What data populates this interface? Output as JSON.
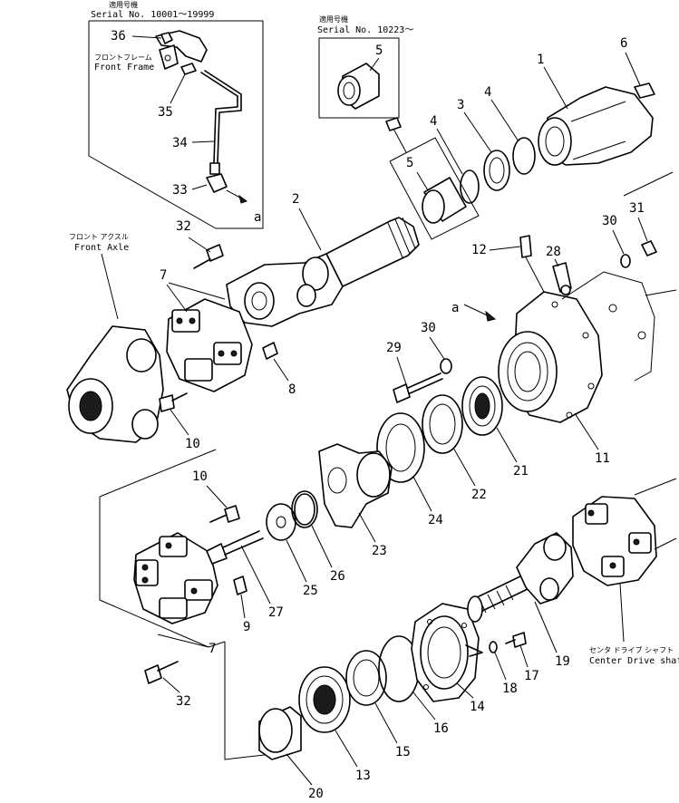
{
  "insets": {
    "serial_a": {
      "heading": "適用号機",
      "serial": "Serial No. 10001～19999"
    },
    "serial_b": {
      "heading": "適用号機",
      "serial": "Serial No. 10223～"
    }
  },
  "labels": {
    "front_frame_jp": "フロントフレーム",
    "front_frame_en": "Front Frame",
    "front_axle_jp": "フロント アクスル",
    "front_axle_en": "Front Axle",
    "center_drive_jp": "センタ ドライブ シャフト",
    "center_drive_en": "Center Drive shaft",
    "ref_a": "a"
  },
  "callouts": {
    "c1": "1",
    "c2": "2",
    "c3": "3",
    "c4a": "4",
    "c4b": "4",
    "c5a": "5",
    "c5b": "5",
    "c6": "6",
    "c7a": "7",
    "c7b": "7",
    "c8": "8",
    "c9": "9",
    "c10a": "10",
    "c10b": "10",
    "c11": "11",
    "c12": "12",
    "c13": "13",
    "c14": "14",
    "c15": "15",
    "c16": "16",
    "c17": "17",
    "c18": "18",
    "c19": "19",
    "c20": "20",
    "c21": "21",
    "c22": "22",
    "c23": "23",
    "c24": "24",
    "c25": "25",
    "c26": "26",
    "c27": "27",
    "c28": "28",
    "c29": "29",
    "c30a": "30",
    "c30b": "30",
    "c31": "31",
    "c32a": "32",
    "c32b": "32",
    "c33": "33",
    "c34": "34",
    "c35": "35",
    "c36": "36"
  }
}
